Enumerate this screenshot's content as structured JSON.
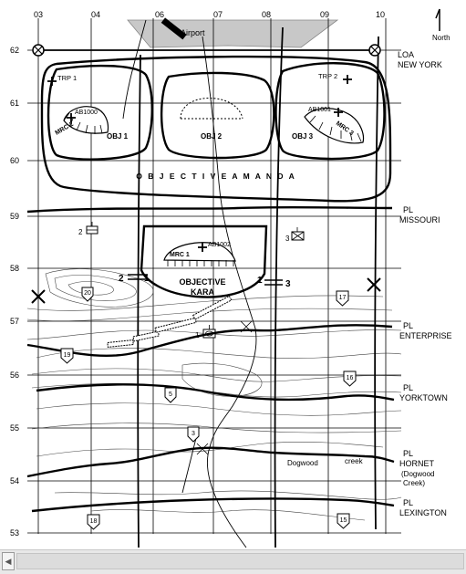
{
  "map": {
    "grid_columns": [
      "03",
      "04",
      "06",
      "07",
      "08",
      "09",
      "10"
    ],
    "grid_rows": [
      "62",
      "61",
      "60",
      "59",
      "58",
      "57",
      "56",
      "55",
      "54",
      "53"
    ],
    "north_label": "North",
    "airport_label": "Airport",
    "objective_amanda": "O B J E C T I V E   A M A N D A",
    "objectives": {
      "obj1": "OBJ 1",
      "obj2": "OBJ 2",
      "obj3": "OBJ 3",
      "kara_line1": "OBJECTIVE",
      "kara_line2": "KARA"
    },
    "trps": [
      "TRP 1",
      "TRP 2"
    ],
    "battle_positions": [
      "AB1000",
      "AB1001",
      "AB1002"
    ],
    "mrcs": [
      "MRC 2",
      "MRC 3",
      "MRC 1"
    ],
    "unit_numbers": [
      "2",
      "3",
      "1"
    ],
    "boundary_numbers": [
      "2",
      "1",
      "1",
      "3"
    ],
    "phase_lines": {
      "loa_line1": "LOA",
      "loa_line2": "NEW YORK",
      "missouri_pl": "PL",
      "missouri": "MISSOURI",
      "enterprise_pl": "PL",
      "enterprise": "ENTERPRISE",
      "yorktown_pl": "PL",
      "yorktown": "YORKTOWN",
      "hornet_pl": "PL",
      "hornet": "HORNET",
      "hornet_sub1": "(Dogwood",
      "hornet_sub2": "Creek)",
      "lexington_pl": "PL",
      "lexington": "LEXINGTON"
    },
    "creek_labels": [
      "Dogwood",
      "creek"
    ],
    "checkpoints": [
      "20",
      "17",
      "19",
      "16",
      "5",
      "3",
      "18",
      "15"
    ]
  },
  "ui": {
    "scroll_left_icon": "◀"
  }
}
